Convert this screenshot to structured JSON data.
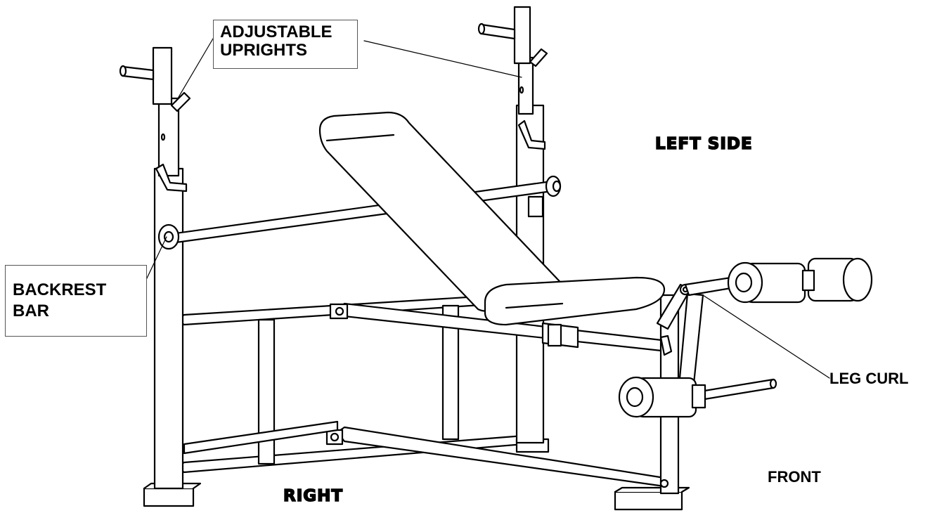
{
  "labels": {
    "adjustable_uprights": [
      "ADJUSTABLE",
      "UPRIGHTS"
    ],
    "backrest_bar": [
      "BACKREST",
      "BAR"
    ],
    "leg_curl": "LEG CURL",
    "left_side": "LEFT SIDE",
    "right": "RIGHT",
    "front": "FRONT"
  }
}
